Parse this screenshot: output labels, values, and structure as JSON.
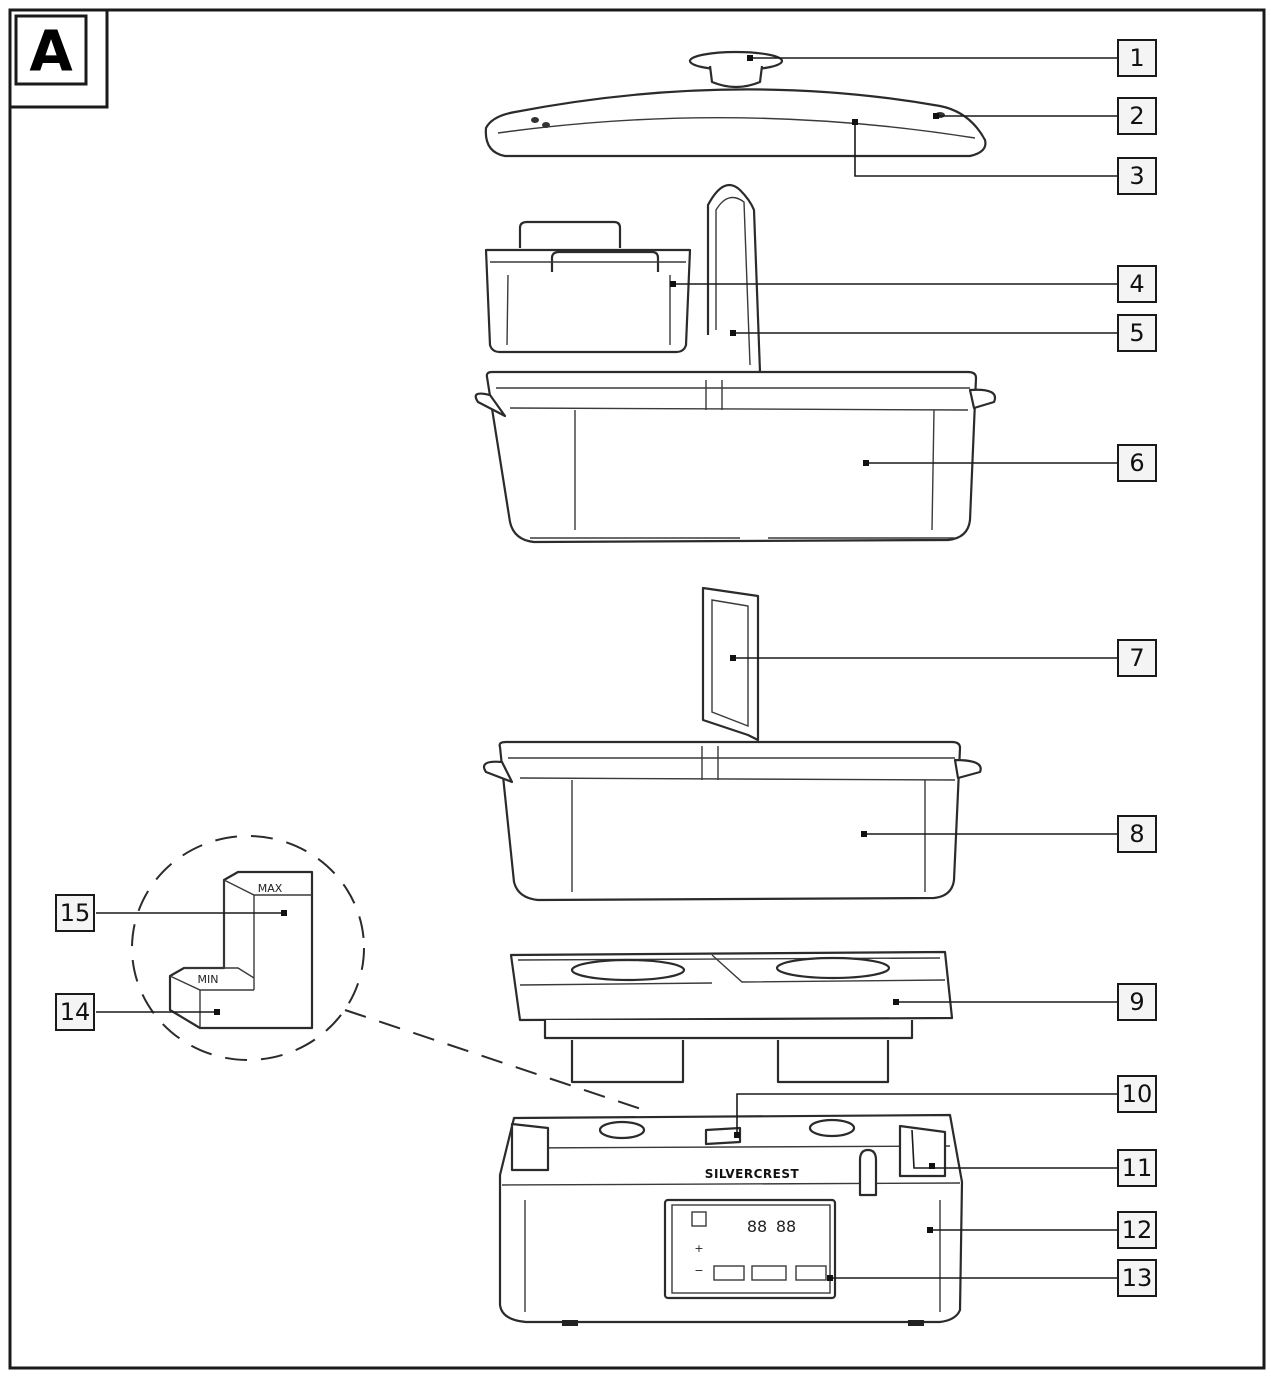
{
  "figure": {
    "panel_label": "A",
    "brand": "SILVERCREST",
    "level_labels": {
      "max": "MAX",
      "min": "MIN"
    },
    "lcd_digits": [
      "88",
      "88"
    ]
  },
  "callouts": [
    "1",
    "2",
    "3",
    "4",
    "5",
    "6",
    "7",
    "8",
    "9",
    "10",
    "11",
    "12",
    "13",
    "14",
    "15"
  ]
}
